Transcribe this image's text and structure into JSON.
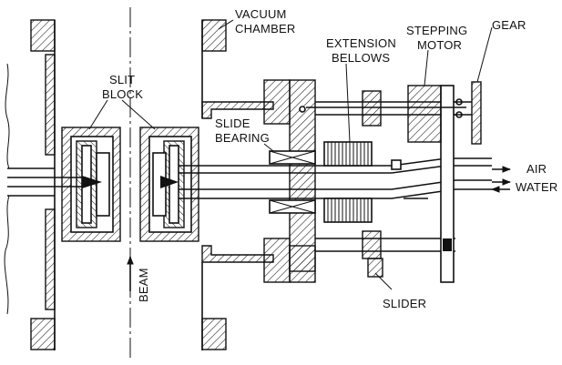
{
  "labels": {
    "vacuum_chamber_1": "VACUUM",
    "vacuum_chamber_2": "CHAMBER",
    "extension_bellows_1": "EXTENSION",
    "extension_bellows_2": "BELLOWS",
    "stepping_motor_1": "STEPPING",
    "stepping_motor_2": "MOTOR",
    "gear": "GEAR",
    "slit_block_1": "SLIT",
    "slit_block_2": "BLOCK",
    "slide_bearing_1": "SLIDE",
    "slide_bearing_2": "BEARING",
    "air": "AIR",
    "water": "WATER",
    "beam": "BEAM",
    "slider": "SLIDER"
  }
}
